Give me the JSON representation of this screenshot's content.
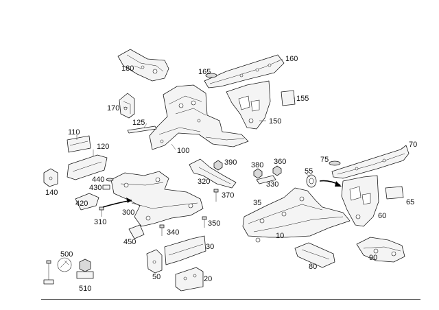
{
  "callouts": [
    {
      "id": "180",
      "text": "180"
    },
    {
      "id": "160",
      "text": "160"
    },
    {
      "id": "165",
      "text": "165"
    },
    {
      "id": "155",
      "text": "155"
    },
    {
      "id": "170",
      "text": "170"
    },
    {
      "id": "150",
      "text": "150"
    },
    {
      "id": "125",
      "text": "125"
    },
    {
      "id": "110",
      "text": "110"
    },
    {
      "id": "120",
      "text": "120"
    },
    {
      "id": "100",
      "text": "100"
    },
    {
      "id": "70",
      "text": "70"
    },
    {
      "id": "75",
      "text": "75"
    },
    {
      "id": "390",
      "text": "390"
    },
    {
      "id": "380",
      "text": "380"
    },
    {
      "id": "360",
      "text": "360"
    },
    {
      "id": "55",
      "text": "55"
    },
    {
      "id": "140",
      "text": "140"
    },
    {
      "id": "440",
      "text": "440"
    },
    {
      "id": "430",
      "text": "430"
    },
    {
      "id": "320",
      "text": "320"
    },
    {
      "id": "330",
      "text": "330"
    },
    {
      "id": "370",
      "text": "370"
    },
    {
      "id": "65",
      "text": "65"
    },
    {
      "id": "420",
      "text": "420"
    },
    {
      "id": "35",
      "text": "35"
    },
    {
      "id": "300",
      "text": "300"
    },
    {
      "id": "310",
      "text": "310"
    },
    {
      "id": "350",
      "text": "350"
    },
    {
      "id": "60",
      "text": "60"
    },
    {
      "id": "340",
      "text": "340"
    },
    {
      "id": "10",
      "text": "10"
    },
    {
      "id": "450",
      "text": "450"
    },
    {
      "id": "500",
      "text": "500"
    },
    {
      "id": "30",
      "text": "30"
    },
    {
      "id": "90",
      "text": "90"
    },
    {
      "id": "80",
      "text": "80"
    },
    {
      "id": "50",
      "text": "50"
    },
    {
      "id": "20",
      "text": "20"
    },
    {
      "id": "510",
      "text": "510"
    }
  ]
}
